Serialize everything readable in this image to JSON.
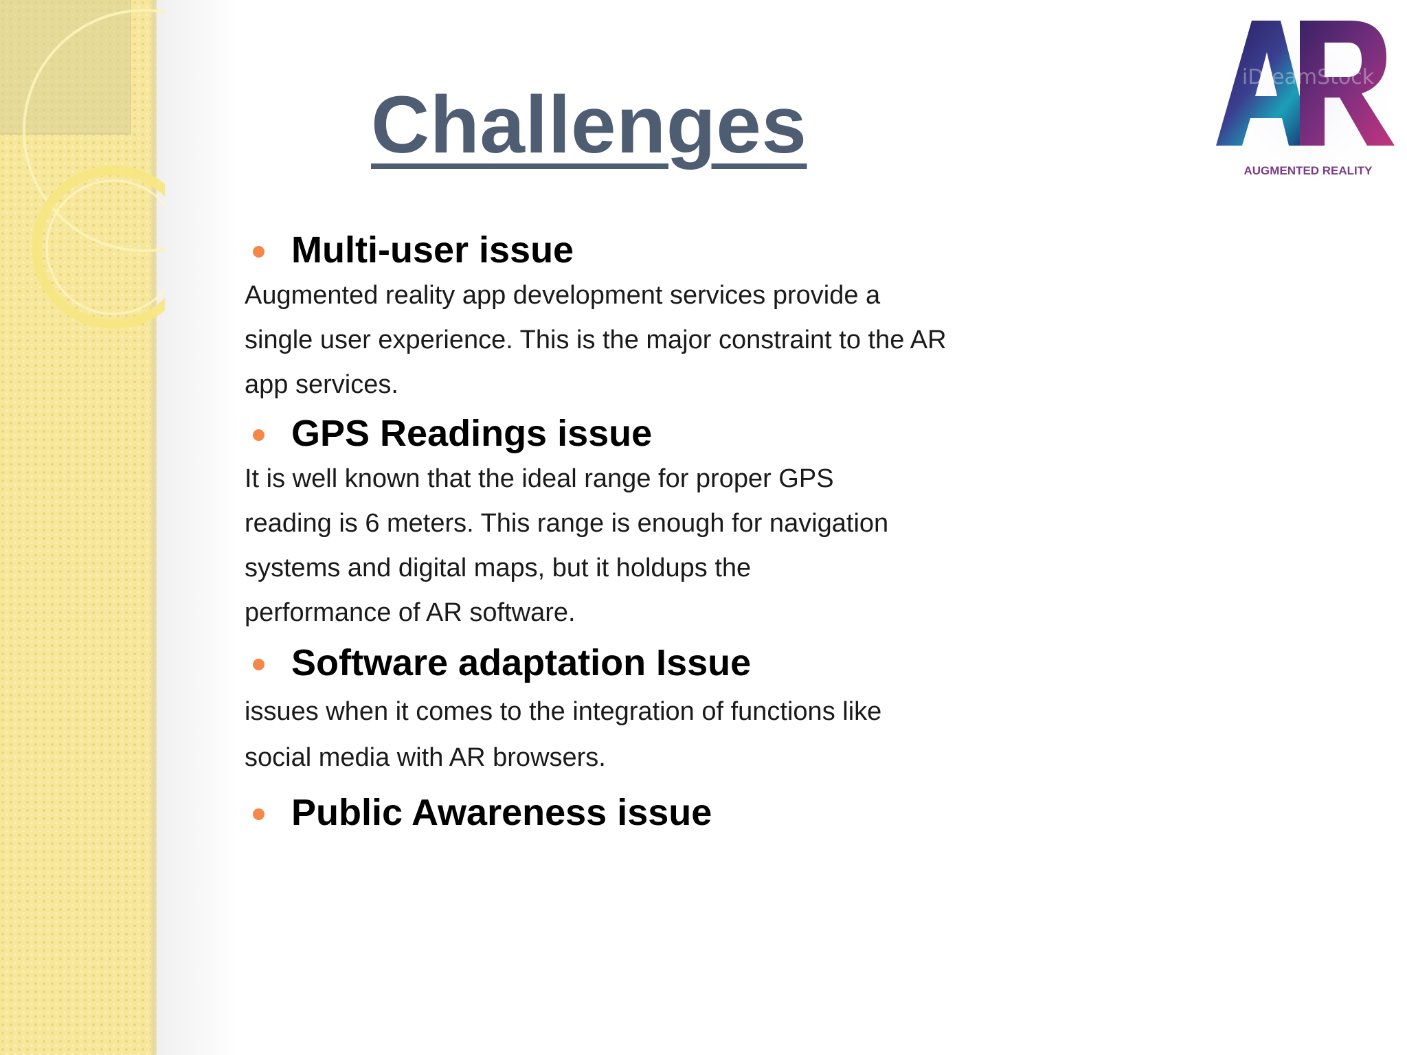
{
  "slide": {
    "title": "Challenges",
    "logo": {
      "mark": "AR",
      "caption": "AUGMENTED REALITY",
      "watermark": "iDreamStock"
    },
    "sections": [
      {
        "heading": "Multi-user issue",
        "lines": [
          "Augmented reality app development services provide a",
          "single user experience. This is the major constraint to the AR",
          "app services."
        ]
      },
      {
        "heading": "GPS Readings issue",
        "lines": [
          "It is well known that the ideal range for proper GPS",
          "reading is 6 meters. This range is enough for navigation",
          "systems and digital maps, but it holdups the",
          "performance of AR software."
        ]
      },
      {
        "heading": "Software adaptation Issue",
        "lines": [
          "issues when it comes to the integration of functions like",
          "social media with AR browsers."
        ]
      },
      {
        "heading": "Public Awareness issue",
        "lines": []
      }
    ]
  },
  "colors": {
    "title": "#4f5d73",
    "bullet": "#f4884a",
    "band": "#f7e79a",
    "heading": "#000000",
    "body": "#1a1a1a"
  },
  "icons": {
    "bullet": "orange-dot-icon",
    "logo": "ar-logo-icon"
  }
}
